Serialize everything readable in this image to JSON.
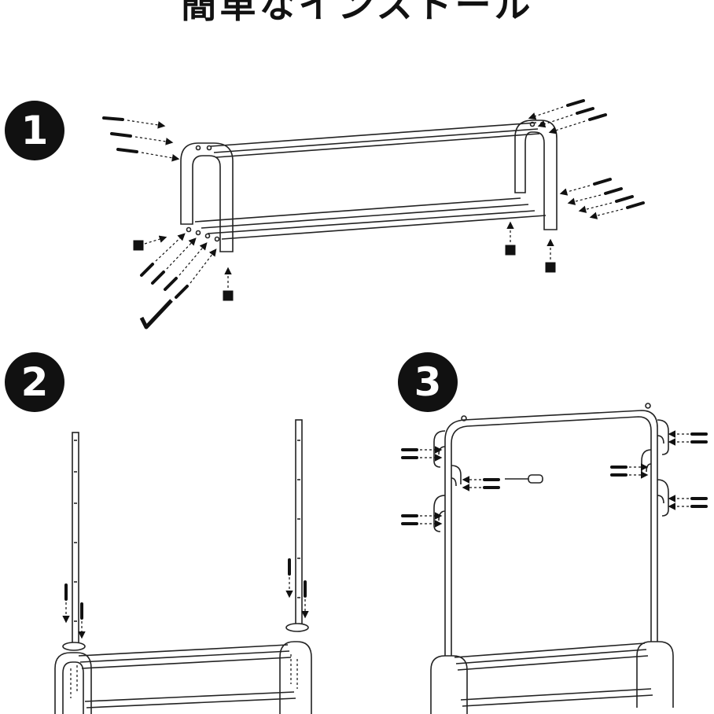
{
  "header": {
    "title": "簡単なインストール"
  },
  "steps": [
    {
      "label": "1"
    },
    {
      "label": "2"
    },
    {
      "label": "3"
    }
  ]
}
